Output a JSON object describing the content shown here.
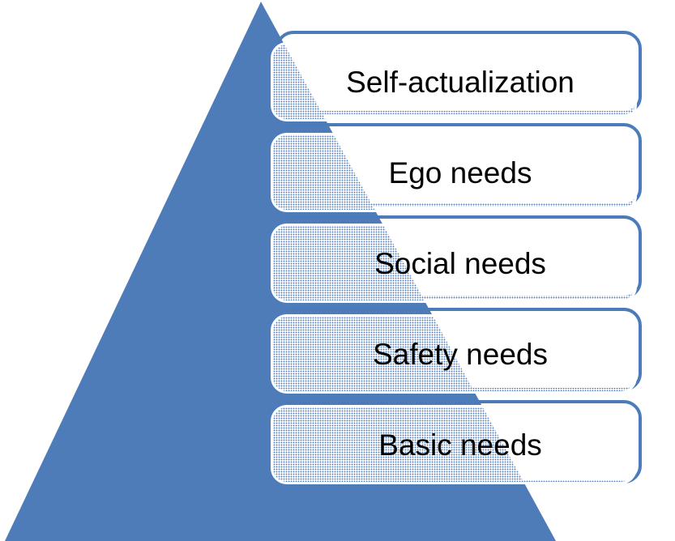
{
  "diagram": {
    "title": "needs-pyramid",
    "type": "pyramid-list",
    "levels": [
      {
        "rank": 5,
        "label": "Self-actualization"
      },
      {
        "rank": 4,
        "label": "Ego needs"
      },
      {
        "rank": 3,
        "label": "Social needs"
      },
      {
        "rank": 2,
        "label": "Safety needs"
      },
      {
        "rank": 1,
        "label": "Basic needs"
      }
    ],
    "colors": {
      "pyramid_fill": "#4e7cb9",
      "box_outline": "#4b7bb8",
      "box_rim": "#ffffff",
      "box_fill_pattern": "white dissolve dots over background",
      "text": "#000000",
      "background": "#ffffff"
    }
  }
}
